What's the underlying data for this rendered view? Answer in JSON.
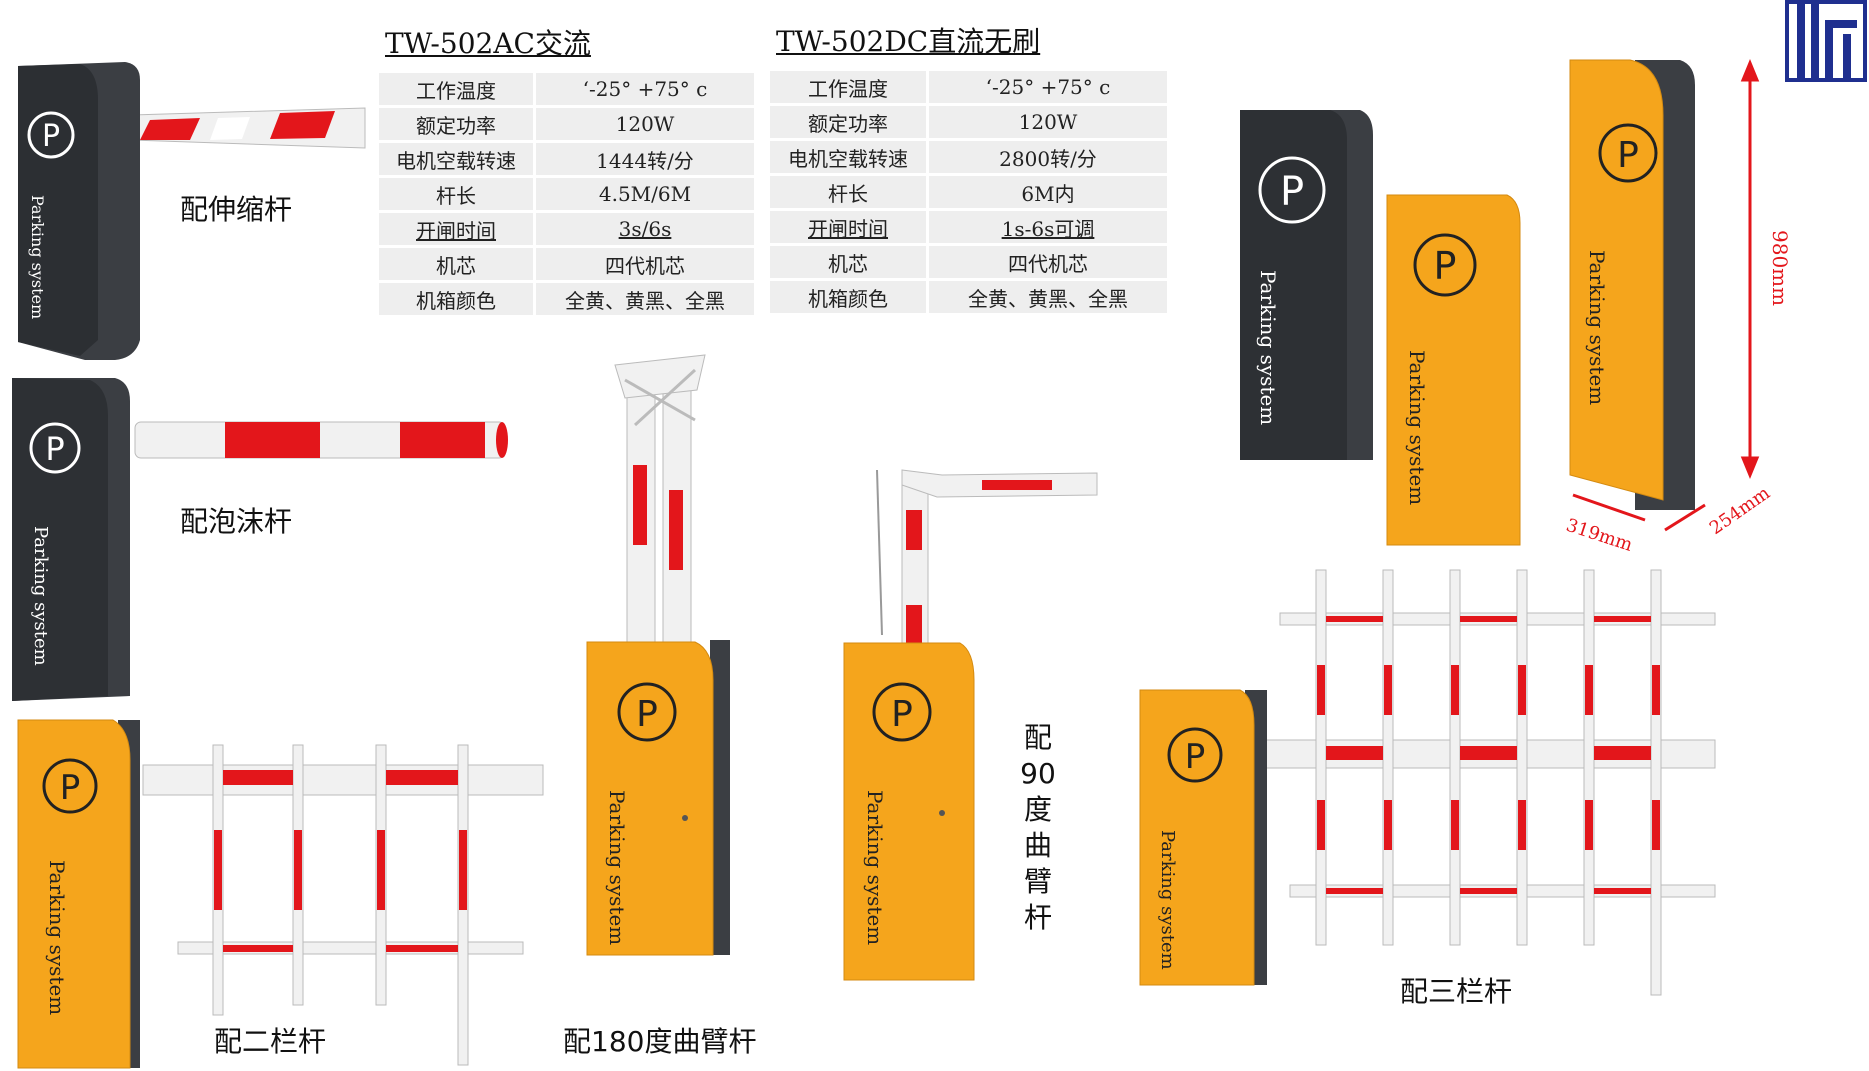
{
  "specs": {
    "ac": {
      "title": "TW-502AC交流",
      "rows": [
        {
          "label": "工作温度",
          "value": "‘-25° +75° c"
        },
        {
          "label": "额定功率",
          "value": "120W"
        },
        {
          "label": "电机空载转速",
          "value": "1444转/分"
        },
        {
          "label": "杆长",
          "value": "4.5M/6M"
        },
        {
          "label": "开闸时间",
          "value": "3s/6s"
        },
        {
          "label": "机芯",
          "value": "四代机芯"
        },
        {
          "label": "机箱颜色",
          "value": "全黄、黄黑、全黑"
        }
      ]
    },
    "dc": {
      "title": "TW-502DC直流无刷",
      "rows": [
        {
          "label": "工作温度",
          "value": "‘-25° +75° c"
        },
        {
          "label": "额定功率",
          "value": "120W"
        },
        {
          "label": "电机空载转速",
          "value": "2800转/分"
        },
        {
          "label": "杆长",
          "value": "6M内"
        },
        {
          "label": "开闸时间",
          "value": "1s-6s可调"
        },
        {
          "label": "机芯",
          "value": "四代机芯"
        },
        {
          "label": "机箱颜色",
          "value": "全黄、黄黑、全黑"
        }
      ]
    }
  },
  "captions": {
    "telescopic": "配伸缩杆",
    "foam": "配泡沫杆",
    "two_bar": "配二栏杆",
    "curved_180": "配180度曲臂杆",
    "curved_90": [
      "配",
      "90",
      "度",
      "曲",
      "臂",
      "杆"
    ],
    "three_bar": "配三栏杆"
  },
  "cabinet": {
    "logo_letter": "P",
    "side_text": "Parking system"
  },
  "dimensions": {
    "height": "980mm",
    "width": "319mm",
    "depth": "254mm"
  },
  "colors": {
    "yellow": "#f5a51c",
    "dark_gray": "#3c3f44",
    "red": "#e3161b",
    "arm_white": "#f1f1f1",
    "brand_blue": "#1f2f8f"
  },
  "icons": {
    "brand_logo": "company-logo-icon"
  }
}
